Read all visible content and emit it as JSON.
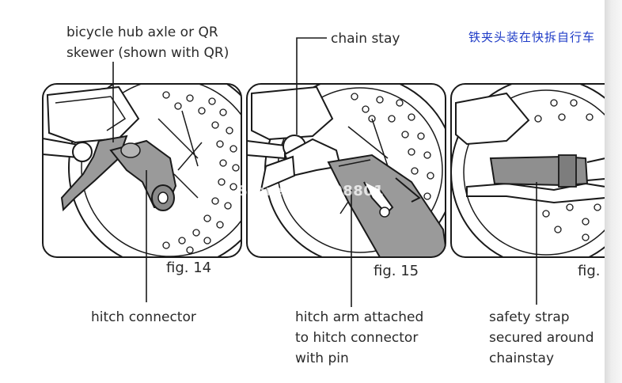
{
  "labels": {
    "hub_axle_line1": "bicycle hub axle or QR",
    "hub_axle_line2": "skewer (shown with QR)",
    "chain_stay": "chain stay",
    "chinese_title": "铁夹头装在快拆自行车",
    "hitch_connector": "hitch connector",
    "hitch_arm_line1": "hitch arm attached",
    "hitch_arm_line2": "to hitch connector",
    "hitch_arm_line3": "with pin",
    "safety_line1": "safety strap",
    "safety_line2": "secured around",
    "safety_line3": "chainstay"
  },
  "figures": {
    "fig14": "fig. 14",
    "fig15": "fig. 15",
    "fig16": "fig."
  },
  "watermark": "Store No: 708801",
  "colors": {
    "line": "#1a1a1a",
    "part_gray": "#9a9a9a",
    "strap_gray": "#8f8f8f",
    "chinese_text": "#1f3cc7"
  }
}
